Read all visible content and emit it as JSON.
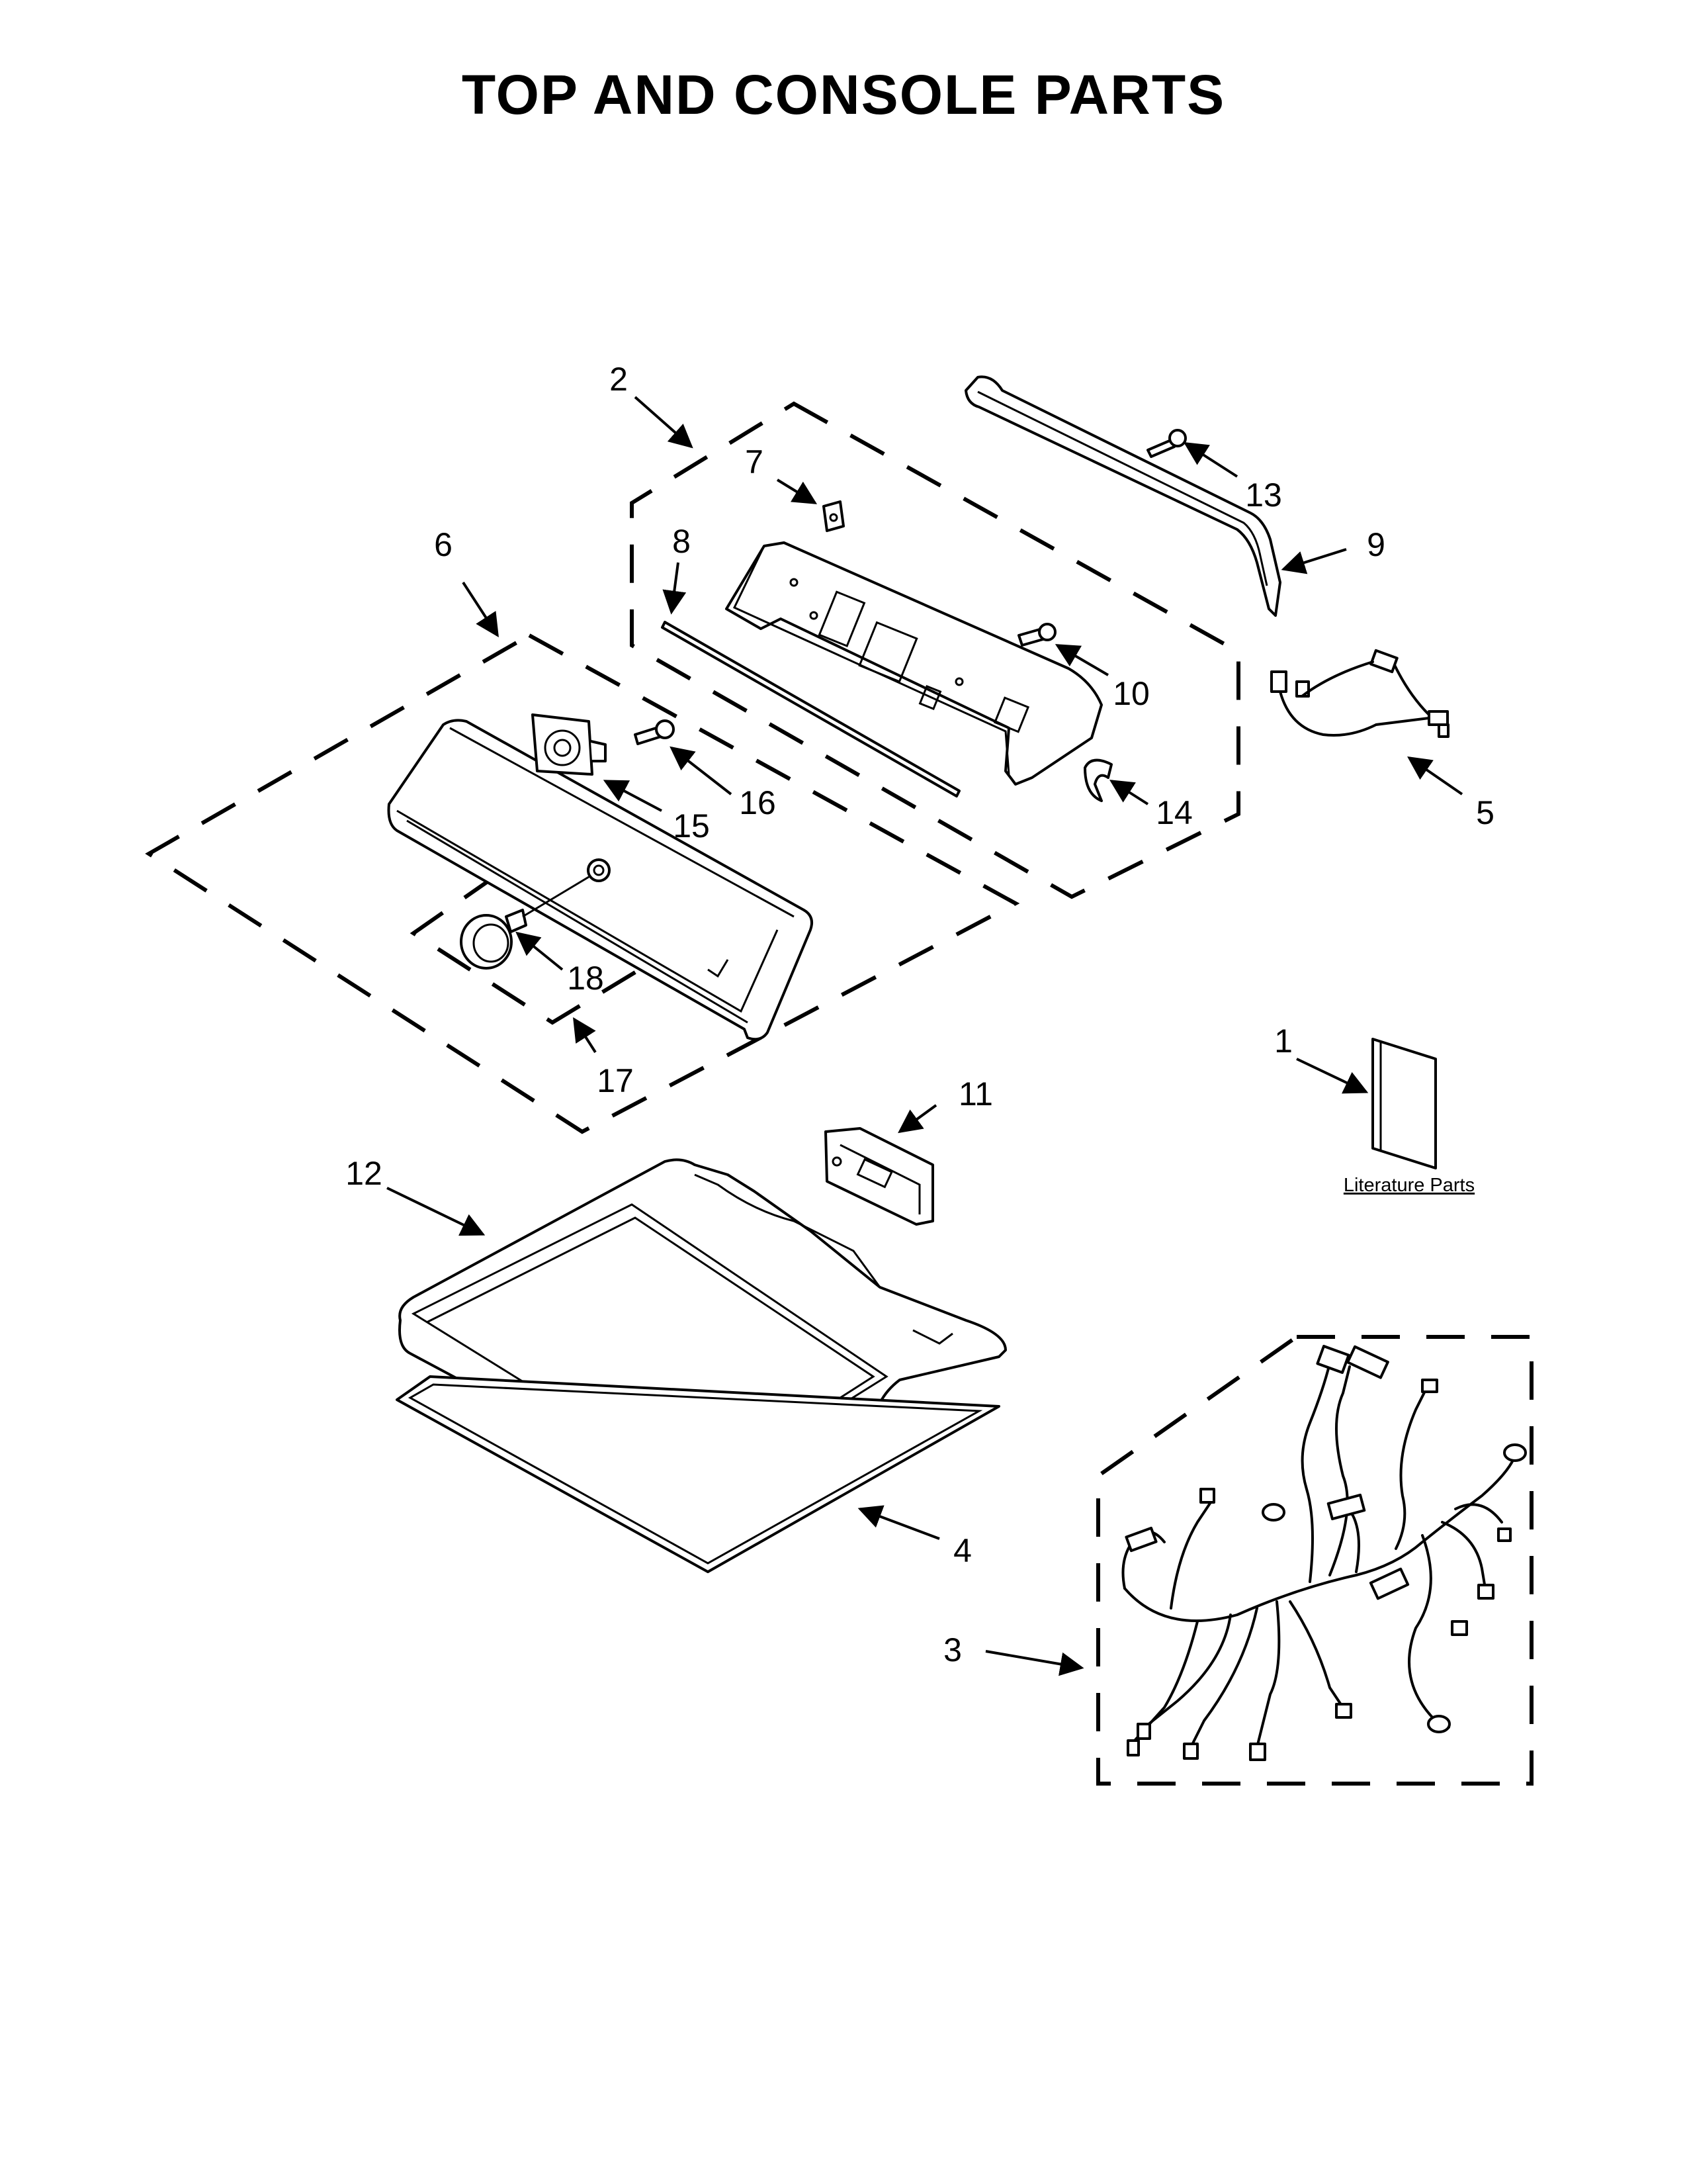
{
  "title": "TOP AND CONSOLE PARTS",
  "literature_label": "Literature Parts",
  "callouts": {
    "c1": "1",
    "c2": "2",
    "c3": "3",
    "c4": "4",
    "c5": "5",
    "c6": "6",
    "c7": "7",
    "c8": "8",
    "c9": "9",
    "c10": "10",
    "c11": "11",
    "c12": "12",
    "c13": "13",
    "c14": "14",
    "c15": "15",
    "c16": "16",
    "c17": "17",
    "c18": "18"
  }
}
